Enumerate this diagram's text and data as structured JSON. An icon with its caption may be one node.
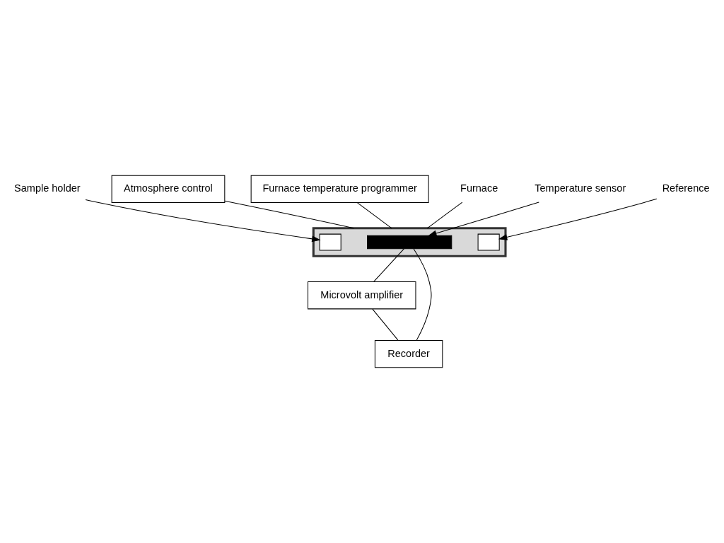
{
  "diagram": {
    "nodes": [
      {
        "text": [
          "Atmosphere control"
        ]
      },
      {
        "text": [
          "Furnace temperature programmer"
        ]
      },
      {
        "text": [
          "Microvolt amplifier"
        ]
      },
      {
        "text": [
          "Recorder"
        ]
      },
      {
        "text": [],
        "shape": "box"
      },
      {
        "text": [],
        "shape": "box",
        "in": 4
      },
      {
        "text": [],
        "shape": "box",
        "in": 4
      },
      {
        "text": [],
        "shape": "bar",
        "in": 4
      },
      {
        "text": [
          "Sample holder"
        ]
      },
      {
        "text": [
          "Reference"
        ]
      },
      {
        "text": [
          "Furnace"
        ]
      },
      {
        "text": [
          "Temperature sensor"
        ]
      }
    ],
    "edges": [
      {
        "from": 0,
        "to": 4,
        "arrow": "none"
      },
      {
        "from": 1,
        "to": 4,
        "arrow": "none"
      },
      {
        "from": 7,
        "to": 2,
        "arrow": "none"
      },
      {
        "from": 7,
        "to": 3,
        "arrow": "none"
      },
      {
        "from": 2,
        "to": 3,
        "arrow": "none"
      },
      {
        "from": 8,
        "to": 5,
        "arrow": "to"
      },
      {
        "from": 9,
        "to": 6,
        "arrow": "to"
      },
      {
        "from": 10,
        "to": 4,
        "arrow": "none"
      },
      {
        "from": 11,
        "to": 7,
        "arrow": "to"
      }
    ]
  }
}
